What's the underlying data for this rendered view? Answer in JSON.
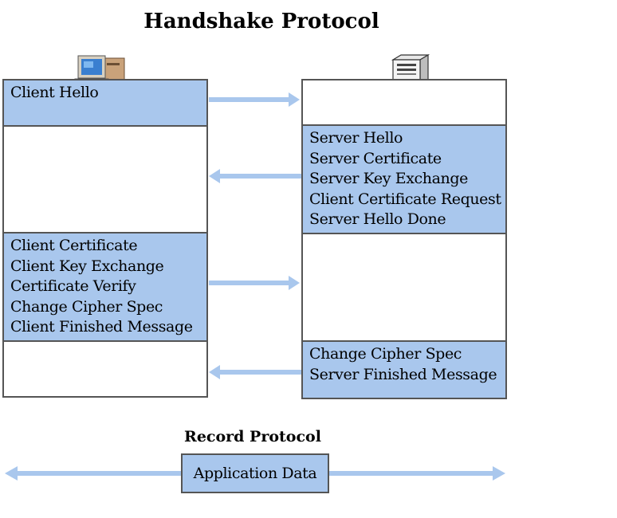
{
  "handshake": {
    "title": "Handshake Protocol",
    "client": {
      "icon": "computer-icon",
      "groups": [
        [
          "Client Hello"
        ],
        [
          "Client Certificate",
          "Client Key Exchange",
          "Certificate Verify",
          "Change Cipher Spec",
          "Client Finished Message"
        ]
      ]
    },
    "server": {
      "icon": "server-icon",
      "groups": [
        [
          "Server Hello",
          "Server Certificate",
          "Server Key Exchange",
          "Client Certificate Request",
          "Server Hello Done"
        ],
        [
          "Change Cipher Spec",
          "Server Finished Message"
        ]
      ]
    }
  },
  "record": {
    "title": "Record Protocol",
    "application_data": "Application Data"
  },
  "colors": {
    "message_fill": "#a9c7ed",
    "arrow": "#a9c7ed",
    "border": "#555555"
  }
}
